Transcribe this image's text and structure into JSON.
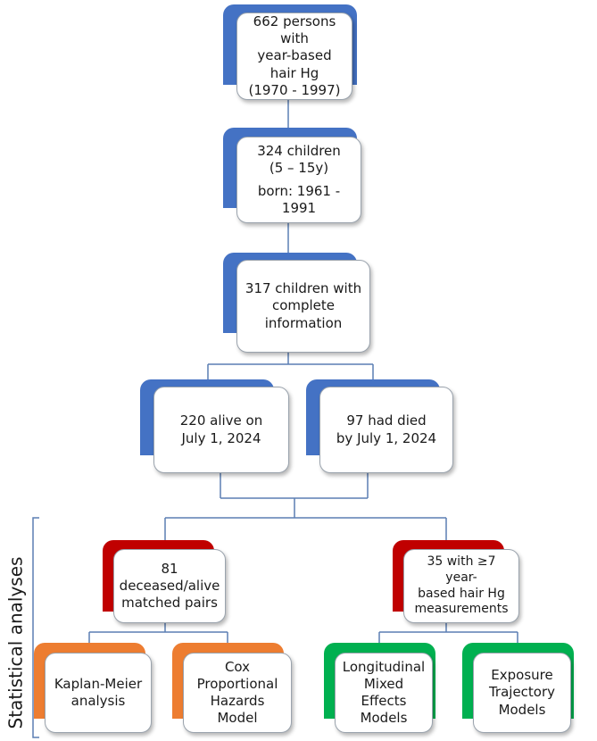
{
  "colors": {
    "blue": "#4472c4",
    "red": "#c00000",
    "orange": "#ed7d31",
    "green": "#00b050",
    "connector": "#5b7fb4"
  },
  "side_label": "Statistical analyses",
  "nodes": {
    "persons_hair_hg": {
      "lines": [
        "662 persons with",
        "year-based hair Hg",
        "(1970 - 1997)"
      ]
    },
    "children": {
      "lines": [
        "324 children",
        "(5 – 15y)",
        "born: 1961 - 1991"
      ]
    },
    "complete_info": {
      "lines": [
        "317 children with",
        "complete",
        "information"
      ]
    },
    "alive": {
      "lines": [
        "220 alive on",
        "July 1, 2024"
      ]
    },
    "died": {
      "lines": [
        "97 had died",
        "by July 1, 2024"
      ]
    },
    "matched_pairs": {
      "lines": [
        "81",
        "deceased/alive",
        "matched pairs"
      ]
    },
    "hair_measurements": {
      "lines": [
        "35 with ≥7 year-",
        "based hair Hg",
        "measurements"
      ]
    },
    "kaplan_meier": {
      "lines": [
        "Kaplan-Meier",
        "analysis"
      ]
    },
    "cox": {
      "lines": [
        "Cox",
        "Proportional",
        "Hazards Model"
      ]
    },
    "longitudinal": {
      "lines": [
        "Longitudinal",
        "Mixed Effects",
        "Models"
      ]
    },
    "trajectory": {
      "lines": [
        "Exposure",
        "Trajectory",
        "Models"
      ]
    }
  }
}
